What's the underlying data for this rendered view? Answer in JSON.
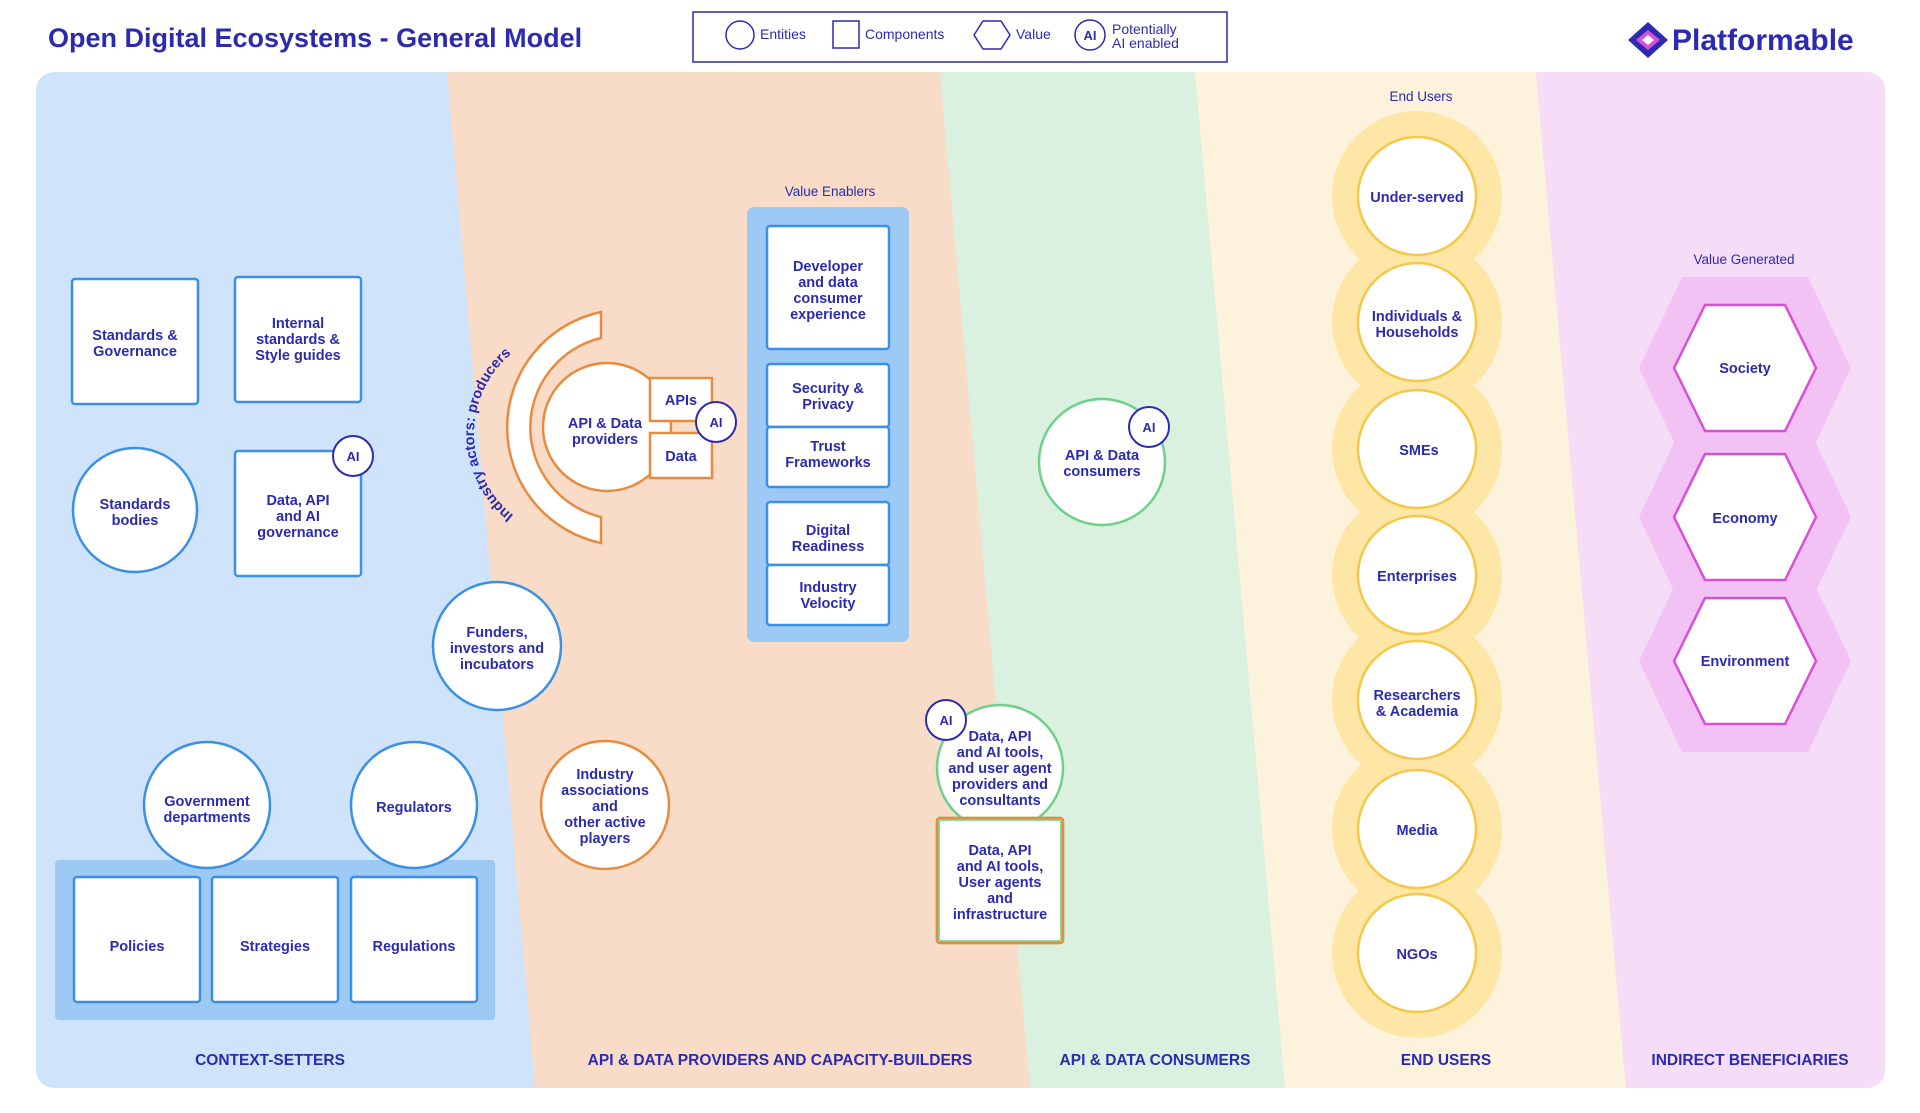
{
  "title": "Open Digital Ecosystems - General Model",
  "brand": {
    "name": "Platformable",
    "icon": "platformable-logo-icon"
  },
  "legend": {
    "entities": "Entities",
    "components": "Components",
    "value": "Value",
    "ai_line1": "Potentially",
    "ai_line2": "AI enabled",
    "ai_badge": "AI"
  },
  "colors": {
    "ink": "#2c2bb0",
    "context": "#cfe3fa",
    "providers": "#f9dcc8",
    "consumers": "#daf1e0",
    "end_users": "#fdf3dc",
    "beneficiaries": "#f5dcf7",
    "blue_stroke": "#3a8fe6",
    "orange_stroke": "#ea8a3e",
    "green_stroke": "#6fd08a",
    "yellow_fill": "#fde6a6",
    "pink_stroke": "#d94fd6"
  },
  "columns": {
    "context": "CONTEXT-SETTERS",
    "providers": "API & DATA PROVIDERS AND CAPACITY-BUILDERS",
    "consumers": "API & DATA CONSUMERS",
    "end_users": "END USERS",
    "beneficiaries": "INDIRECT BENEFICIARIES"
  },
  "context": {
    "standards_governance": [
      "Standards &",
      "Governance"
    ],
    "internal_standards": [
      "Internal",
      "standards &",
      "Style guides"
    ],
    "standards_bodies": [
      "Standards",
      "bodies"
    ],
    "data_api_governance": [
      "Data, API",
      "and AI",
      "governance"
    ],
    "government": [
      "Government",
      "departments"
    ],
    "regulators": "Regulators",
    "policies": "Policies",
    "strategies": "Strategies",
    "regulations": "Regulations"
  },
  "providers": {
    "industry_actors": "Industry actors: producers",
    "api_data_providers": [
      "API & Data",
      "providers"
    ],
    "apis": "APIs",
    "data": "Data",
    "funders": [
      "Funders,",
      "investors and",
      "incubators"
    ],
    "industry_associations": [
      "Industry",
      "associations",
      "and",
      "other active",
      "players"
    ],
    "value_enablers_title": "Value Enablers",
    "value_enablers": {
      "developer": [
        "Developer",
        "and data",
        "consumer",
        "experience"
      ],
      "security": [
        "Security &",
        "Privacy"
      ],
      "trust": [
        "Trust",
        "Frameworks"
      ],
      "readiness": [
        "Digital",
        "Readiness"
      ],
      "velocity": [
        "Industry",
        "Velocity"
      ]
    },
    "tools_providers": [
      "Data, API",
      "and AI tools,",
      "and user agent",
      "providers and",
      "consultants"
    ],
    "tools_infra": [
      "Data, API",
      "and AI tools,",
      "User agents",
      "and",
      "infrastructure"
    ]
  },
  "consumers": {
    "api_data_consumers": [
      "API & Data",
      "consumers"
    ]
  },
  "end_users": {
    "title": "End Users",
    "items": [
      [
        "Under-served"
      ],
      [
        "Individuals &",
        "Households"
      ],
      [
        "SMEs"
      ],
      [
        "Enterprises"
      ],
      [
        "Researchers",
        "& Academia"
      ],
      [
        "Media"
      ],
      [
        "NGOs"
      ]
    ]
  },
  "beneficiaries": {
    "title": "Value Generated",
    "items": [
      "Society",
      "Economy",
      "Environment"
    ]
  }
}
